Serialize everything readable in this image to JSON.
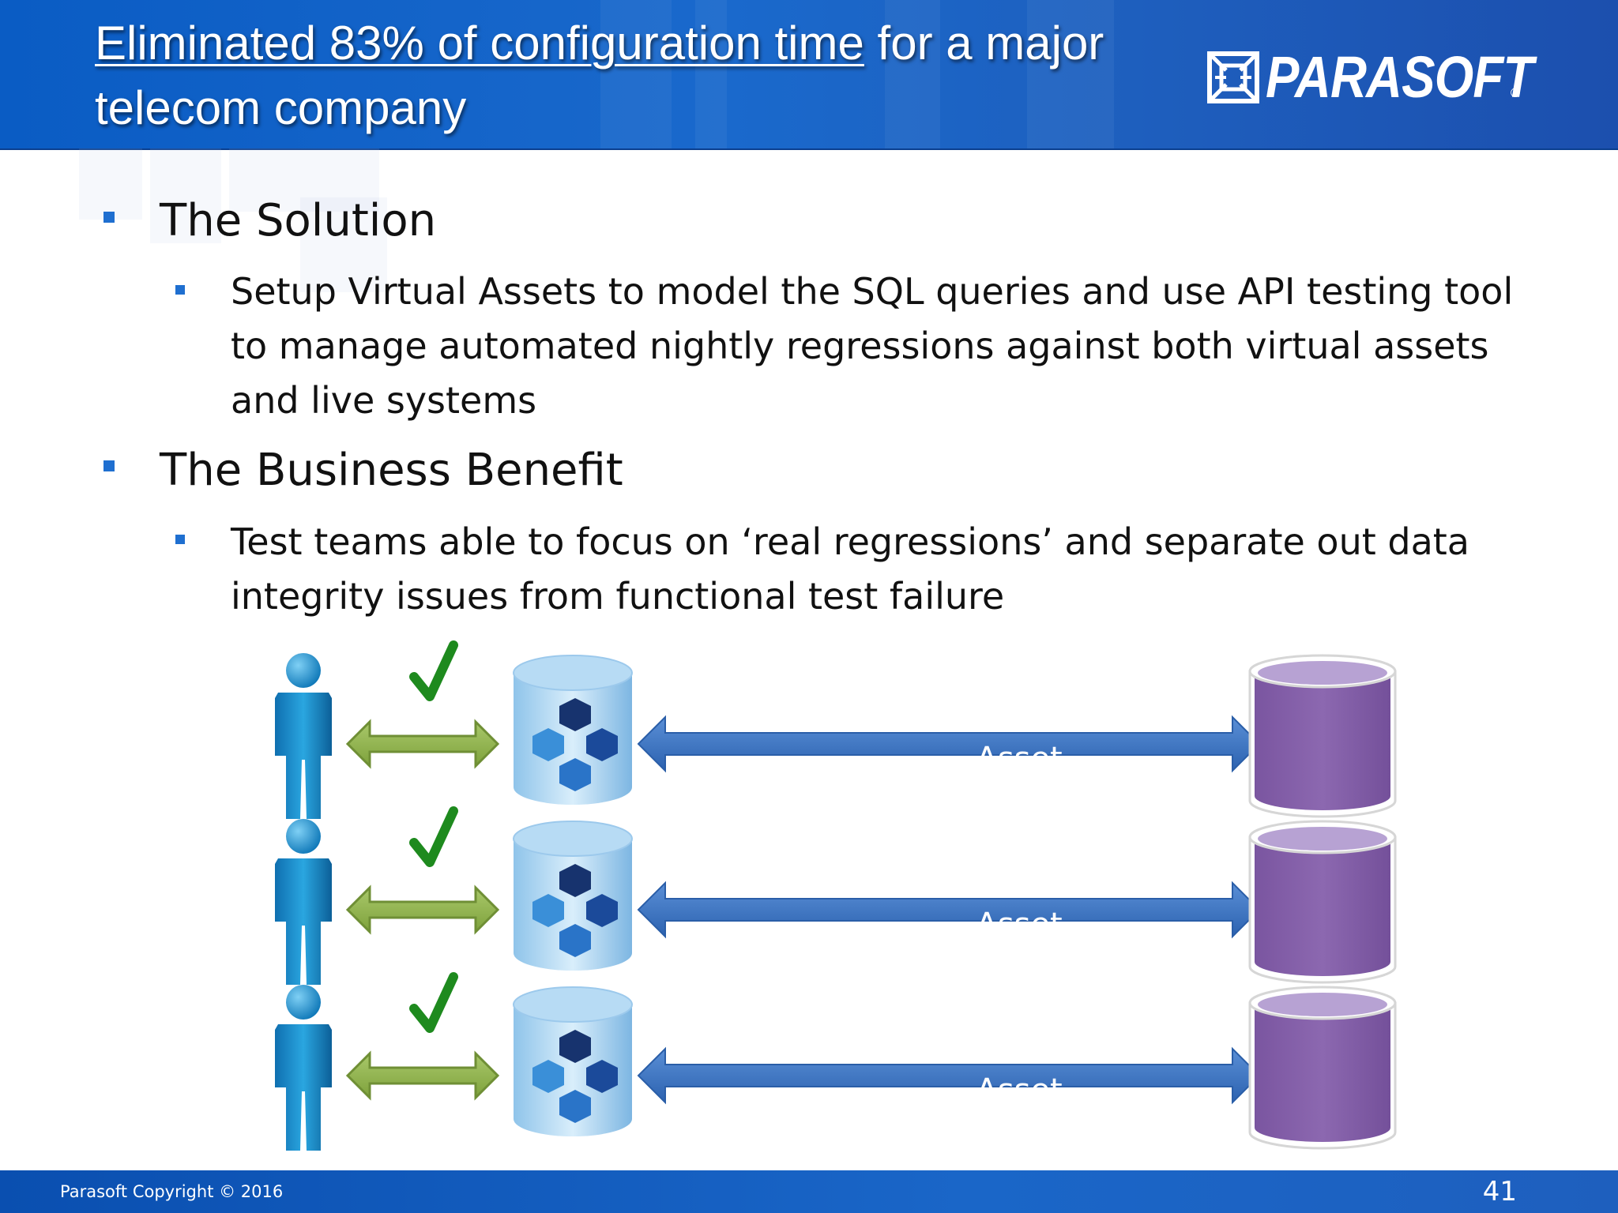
{
  "slide": {
    "title": {
      "underlined": "Eliminated 83% of configuration time",
      "rest": " for a major telecom company"
    },
    "logo": {
      "text": "PARASOFT",
      "mark": "®"
    },
    "bullets": [
      {
        "heading": "The Solution",
        "sub": "Setup Virtual Assets to model the SQL queries and use API testing tool to manage automated nightly regressions against both virtual assets and live systems"
      },
      {
        "heading": "The Business Benefit",
        "sub": "Test teams able to focus on ‘real regressions’ and separate out data integrity issues from functional test failure"
      }
    ],
    "diagram": {
      "rows": [
        {
          "virtual_asset_label": "Virtual Asset",
          "check_icon": "checkmark-icon"
        },
        {
          "virtual_asset_label": "Virtual Asset",
          "check_icon": "checkmark-icon"
        },
        {
          "virtual_asset_label": "Virtual Asset",
          "check_icon": "checkmark-icon"
        }
      ],
      "colors": {
        "user": "#1a8fd0",
        "green_arrow": "#8db04a",
        "blue_arrow": "#3a73c4",
        "check": "#1e8a1e",
        "virtual_asset": "#8460a8"
      }
    },
    "footer": {
      "copyright": "Parasoft Copyright © 2016",
      "page_number": "41"
    },
    "colors": {
      "header_blue": "#1a69cc",
      "bullet_blue": "#1f6fd0"
    }
  }
}
